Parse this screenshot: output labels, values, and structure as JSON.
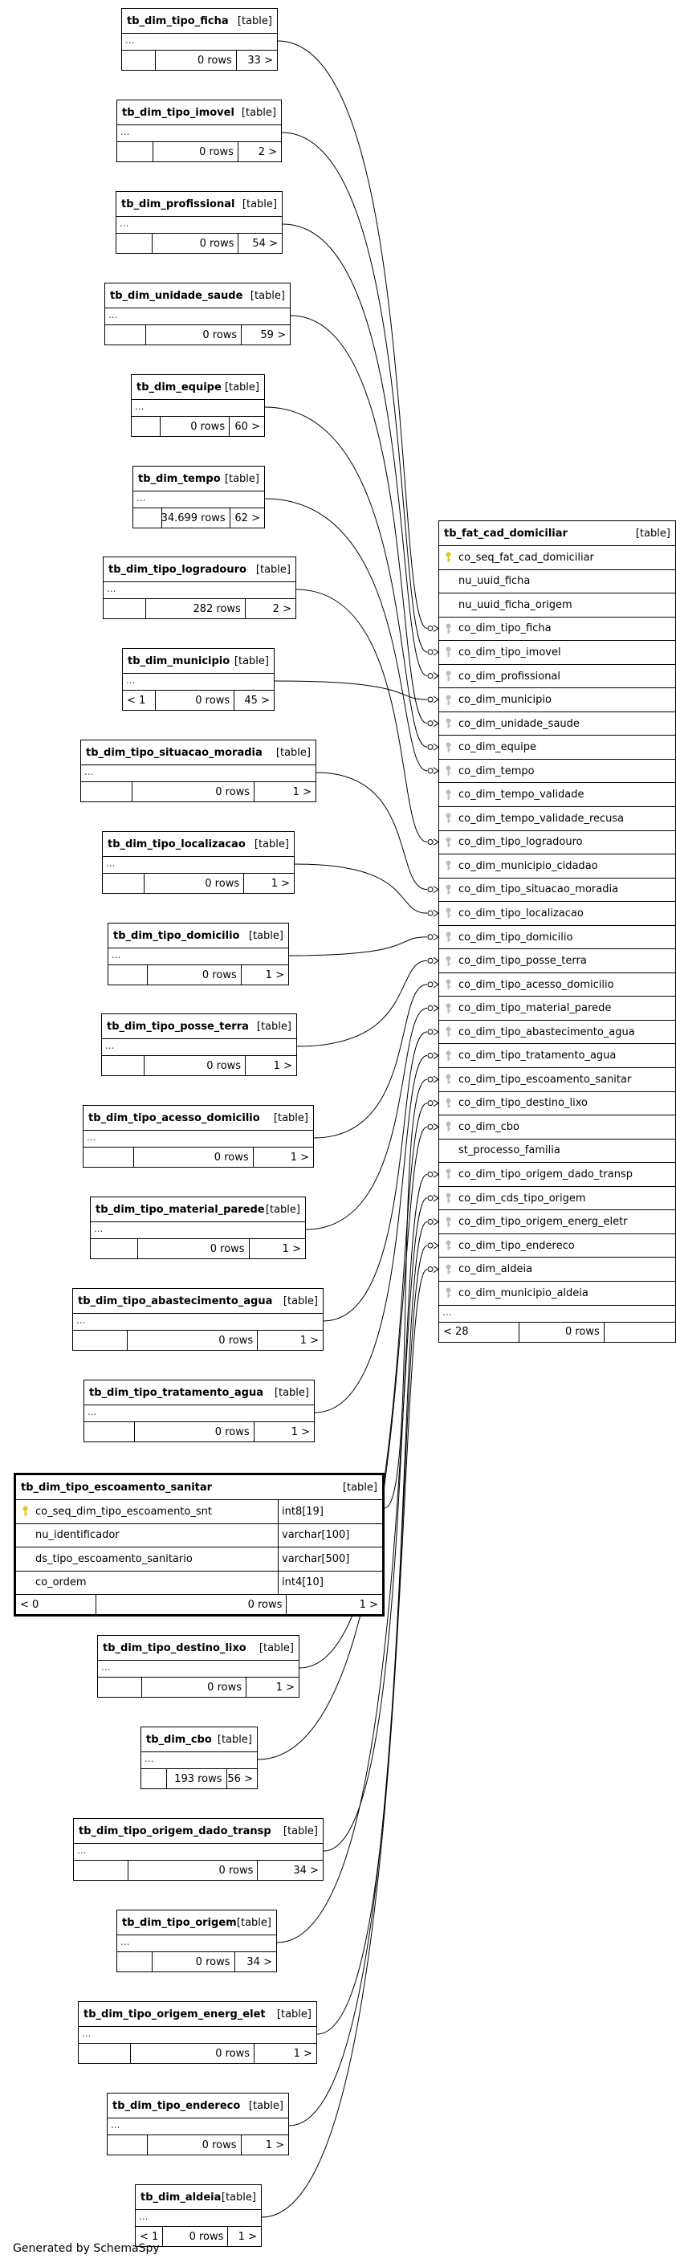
{
  "diagram": {
    "footer": "Generated by SchemaSpy",
    "table_tag": "[table]",
    "fact_table": {
      "name": "tb_fat_cad_domiciliar",
      "tag": "[table]",
      "columns": [
        {
          "name": "co_seq_fat_cad_domiciliar",
          "key": "primary"
        },
        {
          "name": "nu_uuid_ficha",
          "key": "none"
        },
        {
          "name": "nu_uuid_ficha_origem",
          "key": "none"
        },
        {
          "name": "co_dim_tipo_ficha",
          "key": "foreign"
        },
        {
          "name": "co_dim_tipo_imovel",
          "key": "foreign"
        },
        {
          "name": "co_dim_profissional",
          "key": "foreign"
        },
        {
          "name": "co_dim_municipio",
          "key": "foreign"
        },
        {
          "name": "co_dim_unidade_saude",
          "key": "foreign"
        },
        {
          "name": "co_dim_equipe",
          "key": "foreign"
        },
        {
          "name": "co_dim_tempo",
          "key": "foreign"
        },
        {
          "name": "co_dim_tempo_validade",
          "key": "foreign"
        },
        {
          "name": "co_dim_tempo_validade_recusa",
          "key": "foreign"
        },
        {
          "name": "co_dim_tipo_logradouro",
          "key": "foreign"
        },
        {
          "name": "co_dim_municipio_cidadao",
          "key": "foreign"
        },
        {
          "name": "co_dim_tipo_situacao_moradia",
          "key": "foreign"
        },
        {
          "name": "co_dim_tipo_localizacao",
          "key": "foreign"
        },
        {
          "name": "co_dim_tipo_domicilio",
          "key": "foreign"
        },
        {
          "name": "co_dim_tipo_posse_terra",
          "key": "foreign"
        },
        {
          "name": "co_dim_tipo_acesso_domicilio",
          "key": "foreign"
        },
        {
          "name": "co_dim_tipo_material_parede",
          "key": "foreign"
        },
        {
          "name": "co_dim_tipo_abastecimento_agua",
          "key": "foreign"
        },
        {
          "name": "co_dim_tipo_tratamento_agua",
          "key": "foreign"
        },
        {
          "name": "co_dim_tipo_escoamento_sanitar",
          "key": "foreign"
        },
        {
          "name": "co_dim_tipo_destino_lixo",
          "key": "foreign"
        },
        {
          "name": "co_dim_cbo",
          "key": "foreign"
        },
        {
          "name": "st_processo_familia",
          "key": "none"
        },
        {
          "name": "co_dim_tipo_origem_dado_transp",
          "key": "foreign"
        },
        {
          "name": "co_dim_cds_tipo_origem",
          "key": "foreign"
        },
        {
          "name": "co_dim_tipo_origem_energ_eletr",
          "key": "foreign"
        },
        {
          "name": "co_dim_tipo_endereco",
          "key": "foreign"
        },
        {
          "name": "co_dim_aldeia",
          "key": "foreign"
        },
        {
          "name": "co_dim_municipio_aldeia",
          "key": "foreign"
        }
      ],
      "footer": {
        "parents": "< 28",
        "rows": "0 rows",
        "children": ""
      }
    },
    "dim_tables": [
      {
        "name": "tb_dim_tipo_ficha",
        "parents": "",
        "rows": "0 rows",
        "children": "33 >"
      },
      {
        "name": "tb_dim_tipo_imovel",
        "parents": "",
        "rows": "0 rows",
        "children": "2 >"
      },
      {
        "name": "tb_dim_profissional",
        "parents": "",
        "rows": "0 rows",
        "children": "54 >"
      },
      {
        "name": "tb_dim_unidade_saude",
        "parents": "",
        "rows": "0 rows",
        "children": "59 >"
      },
      {
        "name": "tb_dim_equipe",
        "parents": "",
        "rows": "0 rows",
        "children": "60 >"
      },
      {
        "name": "tb_dim_tempo",
        "parents": "",
        "rows": "34.699 rows",
        "children": "62 >"
      },
      {
        "name": "tb_dim_tipo_logradouro",
        "parents": "",
        "rows": "282 rows",
        "children": "2 >"
      },
      {
        "name": "tb_dim_municipio",
        "parents": "< 1",
        "rows": "0 rows",
        "children": "45 >"
      },
      {
        "name": "tb_dim_tipo_situacao_moradia",
        "parents": "",
        "rows": "0 rows",
        "children": "1 >"
      },
      {
        "name": "tb_dim_tipo_localizacao",
        "parents": "",
        "rows": "0 rows",
        "children": "1 >"
      },
      {
        "name": "tb_dim_tipo_domicilio",
        "parents": "",
        "rows": "0 rows",
        "children": "1 >"
      },
      {
        "name": "tb_dim_tipo_posse_terra",
        "parents": "",
        "rows": "0 rows",
        "children": "1 >"
      },
      {
        "name": "tb_dim_tipo_acesso_domicilio",
        "parents": "",
        "rows": "0 rows",
        "children": "1 >"
      },
      {
        "name": "tb_dim_tipo_material_parede",
        "parents": "",
        "rows": "0 rows",
        "children": "1 >"
      },
      {
        "name": "tb_dim_tipo_abastecimento_agua",
        "parents": "",
        "rows": "0 rows",
        "children": "1 >"
      },
      {
        "name": "tb_dim_tipo_tratamento_agua",
        "parents": "",
        "rows": "0 rows",
        "children": "1 >"
      },
      {
        "name": "tb_dim_tipo_destino_lixo",
        "parents": "",
        "rows": "0 rows",
        "children": "1 >"
      },
      {
        "name": "tb_dim_cbo",
        "parents": "",
        "rows": "193 rows",
        "children": "56 >"
      },
      {
        "name": "tb_dim_tipo_origem_dado_transp",
        "parents": "",
        "rows": "0 rows",
        "children": "34 >"
      },
      {
        "name": "tb_dim_tipo_origem",
        "parents": "",
        "rows": "0 rows",
        "children": "34 >"
      },
      {
        "name": "tb_dim_tipo_origem_energ_elet",
        "parents": "",
        "rows": "0 rows",
        "children": "1 >"
      },
      {
        "name": "tb_dim_tipo_endereco",
        "parents": "",
        "rows": "0 rows",
        "children": "1 >"
      },
      {
        "name": "tb_dim_aldeia",
        "parents": "< 1",
        "rows": "0 rows",
        "children": "1 >"
      }
    ],
    "expanded_table": {
      "name": "tb_dim_tipo_escoamento_sanitar",
      "tag": "[table]",
      "columns": [
        {
          "name": "co_seq_dim_tipo_escoamento_snt",
          "type": "int8[19]",
          "key": "primary"
        },
        {
          "name": "nu_identificador",
          "type": "varchar[100]",
          "key": "none"
        },
        {
          "name": "ds_tipo_escoamento_sanitario",
          "type": "varchar[500]",
          "key": "none"
        },
        {
          "name": "co_ordem",
          "type": "int4[10]",
          "key": "none"
        }
      ],
      "footer": {
        "parents": "< 0",
        "rows": "0 rows",
        "children": "1 >"
      }
    },
    "ellipsis": "..."
  }
}
